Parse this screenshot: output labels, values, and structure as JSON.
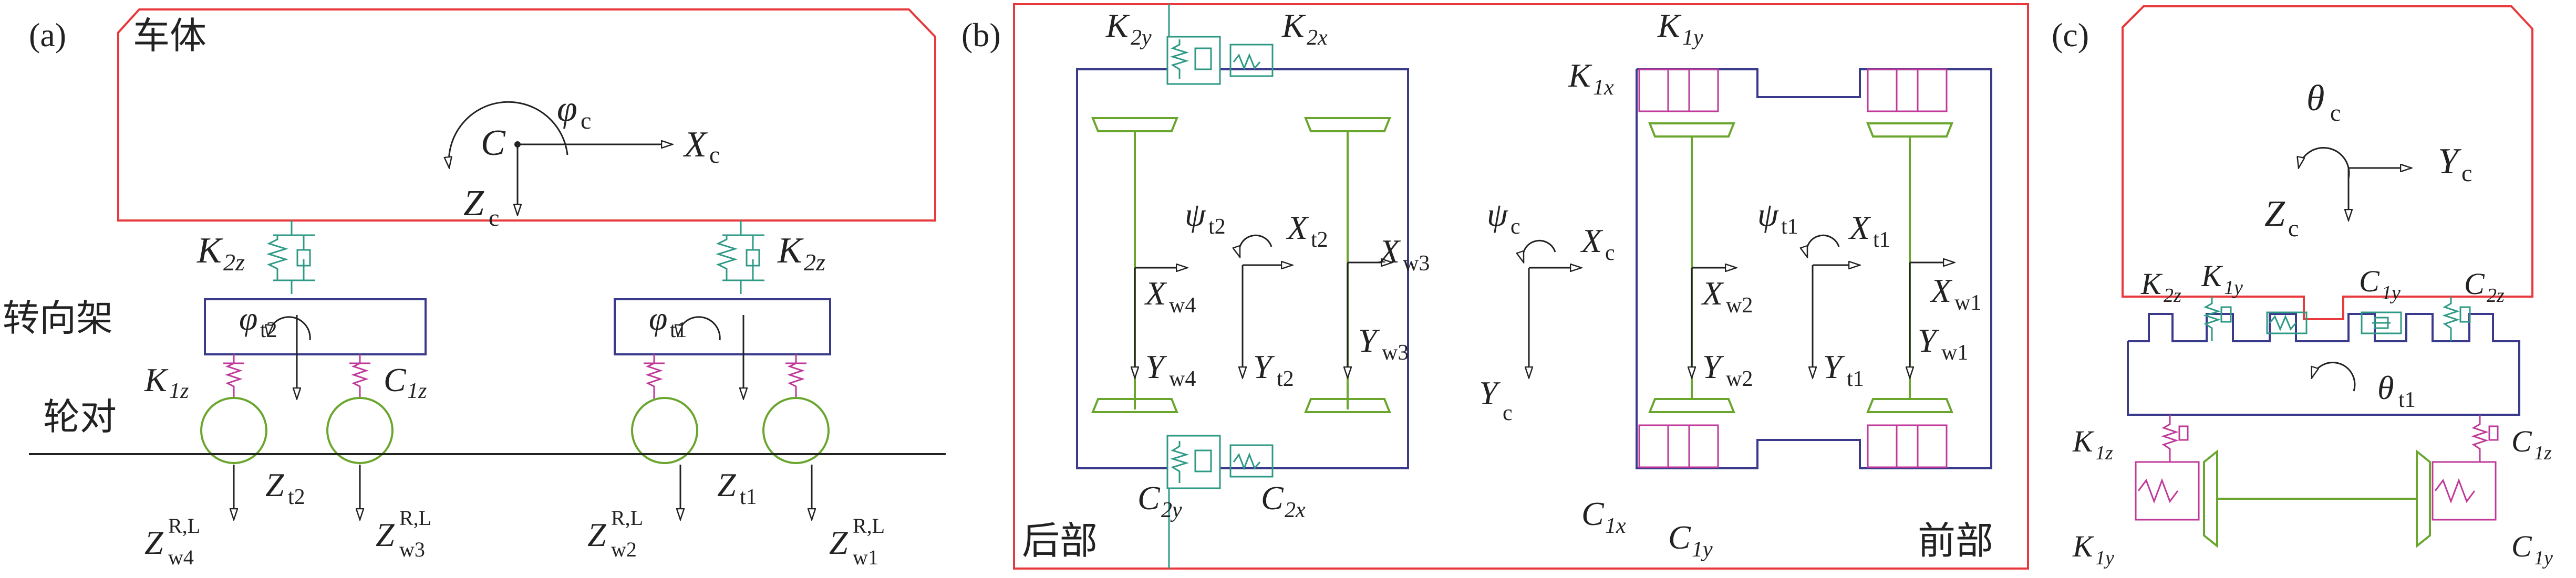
{
  "panels": {
    "a": {
      "tag": "(a)",
      "car_body": "车体",
      "bogie": "转向架",
      "wheelset": "轮对"
    },
    "b": {
      "tag": "(b)",
      "rear": "后部",
      "front": "前部"
    },
    "c": {
      "tag": "(c)"
    }
  },
  "labels": {
    "C": "C",
    "phi": "φ",
    "X": "X",
    "Y": "Y",
    "Z": "Z",
    "K": "K",
    "theta": "θ",
    "psi": "ψ",
    "c": "c",
    "t1": "t1",
    "t2": "t2",
    "w1": "w1",
    "w2": "w2",
    "w3": "w3",
    "w4": "w4",
    "RL": "R,L",
    "k2z": "2z",
    "k1z": "1z",
    "k2y": "2y",
    "k2x": "2x",
    "k1y": "1y",
    "k1x": "1x"
  },
  "colors": {
    "car_body": "#e8393d",
    "frame": "#3a3a8c",
    "secondary": "#2e9a86",
    "primary": "#c0399a",
    "wheel": "#6aa62e",
    "black": "#222222"
  }
}
